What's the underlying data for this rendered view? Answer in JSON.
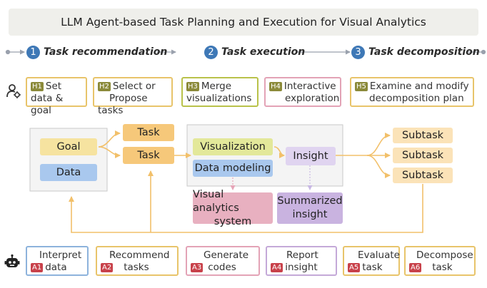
{
  "title": "LLM Agent-based Task Planning and Execution for Visual Analytics",
  "phases": [
    {
      "num": "1",
      "label": "Task recommendation"
    },
    {
      "num": "2",
      "label": "Task execution"
    },
    {
      "num": "3",
      "label": "Task decomposition"
    }
  ],
  "human_icon": "user-gear-icon",
  "robot_icon": "robot-icon",
  "human_tasks": [
    {
      "tag": "H1",
      "line1": "Set",
      "line2": "data & goal",
      "color": "#e8c46a"
    },
    {
      "tag": "H2",
      "line1": "Select or",
      "line2": "Propose tasks",
      "color": "#e8c46a"
    },
    {
      "tag": "H3",
      "line1": "Merge",
      "line2": "visualizations",
      "color": "#b9c24a"
    },
    {
      "tag": "H4",
      "line1": "Interactive",
      "line2": "exploration",
      "color": "#e3a3b6"
    },
    {
      "tag": "H5",
      "line1": "Examine and modify",
      "line2": "decomposition plan",
      "color": "#e8c46a"
    }
  ],
  "agent_tasks": [
    {
      "tag": "A1",
      "line1": "Interpret",
      "line2": "data",
      "color": "#8db3dc"
    },
    {
      "tag": "A2",
      "line1": "Recommend",
      "line2": "tasks",
      "color": "#e8c46a"
    },
    {
      "tag": "A3",
      "line1": "Generate",
      "line2": "codes",
      "color": "#e3a3b6"
    },
    {
      "tag": "A4",
      "line1": "Report",
      "line2": "insight",
      "color": "#c4a9d8"
    },
    {
      "tag": "A5",
      "line1": "Evaluate",
      "line2": "task",
      "color": "#e8c46a"
    },
    {
      "tag": "A6",
      "line1": "Decompose",
      "line2": "task",
      "color": "#e8c46a"
    }
  ],
  "flow": {
    "goal": "Goal",
    "data": "Data",
    "task1": "Task",
    "task2": "Task",
    "visualization": "Visualization",
    "data_modeling": "Data modeling",
    "insight": "Insight",
    "va_system_line1": "Visual analytics",
    "va_system_line2": "system",
    "summarized_line1": "Summarized",
    "summarized_line2": "insight",
    "subtask1": "Subtask",
    "subtask2": "Subtask",
    "subtask3": "Subtask"
  },
  "colors": {
    "goal": "#f6e3a0",
    "data": "#a9c8ee",
    "task": "#f6c87a",
    "visualization": "#e3e89a",
    "data_modeling": "#a9c8ee",
    "insight": "#e0d4f0",
    "va_system": "#e8b0c0",
    "summarized": "#c9b3e0",
    "subtask": "#fbe3b8",
    "arrow_main": "#f4c97a",
    "arrow_dotted": "#c8b8e4",
    "phase_line": "#9aa1ad"
  }
}
